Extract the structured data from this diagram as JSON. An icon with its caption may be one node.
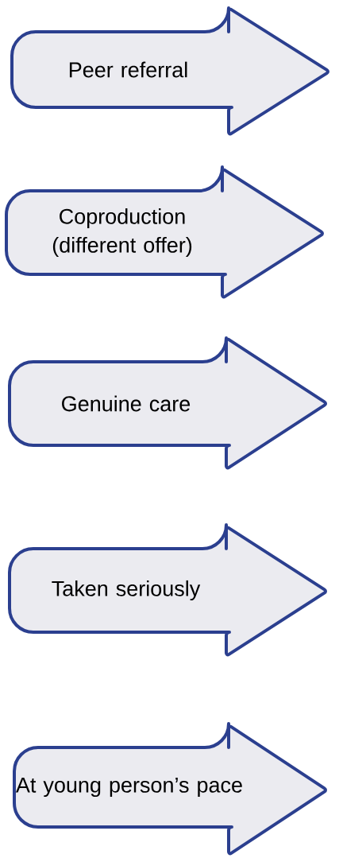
{
  "diagram": {
    "nodes": [
      {
        "text": [
          "Peer referral"
        ]
      },
      {
        "text": [
          "Coproduction (different offer)"
        ]
      },
      {
        "text": [
          "Genuine care"
        ]
      },
      {
        "text": [
          "Taken seriously"
        ]
      },
      {
        "text": [
          "At young person’s pace"
        ]
      }
    ]
  }
}
